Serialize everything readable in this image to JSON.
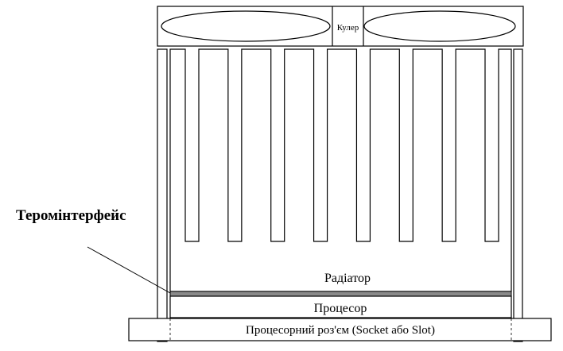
{
  "diagram": {
    "cooler_label": "Кулер",
    "thermal_interface_label": "Теромінтерфейс",
    "radiator_label": "Радіатор",
    "processor_label": "Процесор",
    "socket_label": "Процесорний роз'єм (Socket або Slot)",
    "fin_count": 8,
    "colors": {
      "stroke": "#000000",
      "background": "#ffffff",
      "thermal_layer": "#8a8a8a"
    }
  }
}
